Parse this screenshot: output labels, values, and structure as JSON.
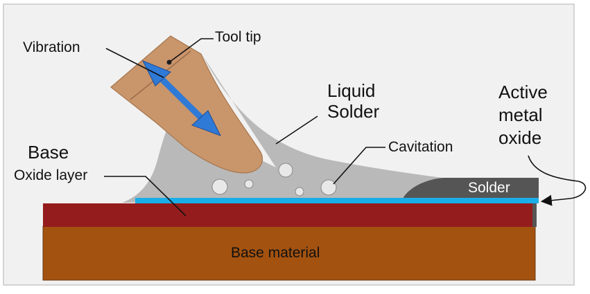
{
  "diagram": {
    "labels": {
      "vibration": "Vibration",
      "tool_tip": "Tool tip",
      "liquid_solder_line1": "Liquid",
      "liquid_solder_line2": "Solder",
      "active_metal_oxide_line1": "Active",
      "active_metal_oxide_line2": "metal",
      "active_metal_oxide_line3": "oxide",
      "base": "Base",
      "oxide_layer": "Oxide layer",
      "cavitation": "Cavitation",
      "solder": "Solder",
      "base_material": "Base material"
    },
    "colors": {
      "frame_bg": "#f1f1f1",
      "tool": "#c9956b",
      "arrow": "#2f7ad6",
      "liquid_solder": "#b9b9b9",
      "solid_solder": "#555555",
      "oxide_layer": "#1aaee8",
      "red_layer": "#951c1c",
      "base_material": "#a35210"
    }
  }
}
